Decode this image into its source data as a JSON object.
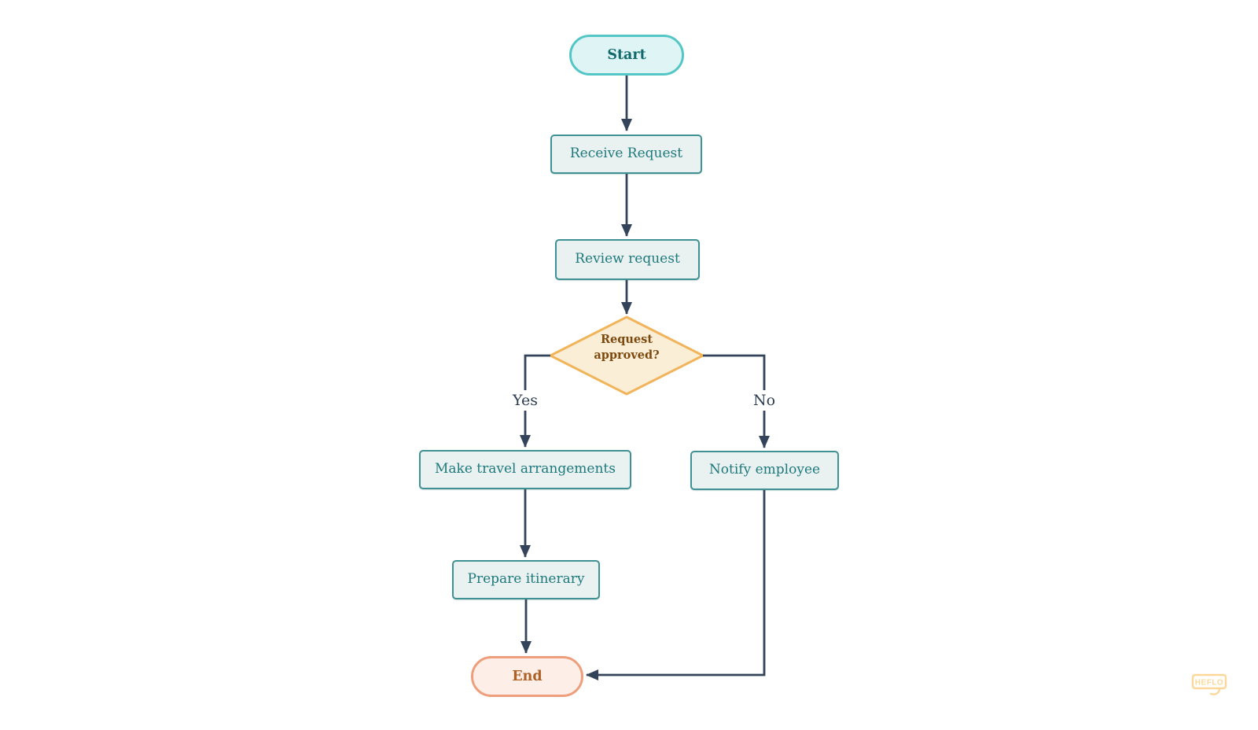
{
  "page": {
    "background": "#ffffff"
  },
  "diagram": {
    "type": "flowchart",
    "nodes": {
      "start": {
        "label": "Start",
        "shape": "pill",
        "fill": "#dff5f5",
        "border": "#54c6c6",
        "text_color": "#11696b"
      },
      "receive_request": {
        "label": "Receive Request",
        "shape": "rect",
        "fill": "#e9f1f1",
        "border": "#3f9193",
        "text_color": "#1e797b"
      },
      "review_request": {
        "label": "Review request",
        "shape": "rect",
        "fill": "#e9f1f1",
        "border": "#3f9193",
        "text_color": "#1e797b"
      },
      "request_approved": {
        "label": "Request approved?",
        "label_line1": "Request",
        "label_line2": "approved?",
        "shape": "diamond",
        "fill": "#faeed6",
        "border": "#f2b45a",
        "text_color": "#7c490f"
      },
      "make_travel_arrangements": {
        "label": "Make travel arrangements",
        "shape": "rect",
        "fill": "#e9f1f1",
        "border": "#3f9193",
        "text_color": "#1e797b"
      },
      "notify_employee": {
        "label": "Notify employee",
        "shape": "rect",
        "fill": "#e9f1f1",
        "border": "#3f9193",
        "text_color": "#1e797b"
      },
      "prepare_itinerary": {
        "label": "Prepare itinerary",
        "shape": "rect",
        "fill": "#e9f1f1",
        "border": "#3f9193",
        "text_color": "#1e797b"
      },
      "end": {
        "label": "End",
        "shape": "pill",
        "fill": "#fdefe7",
        "border": "#ef9e7c",
        "text_color": "#ae6127"
      }
    },
    "edges": [
      {
        "from": "start",
        "to": "receive_request"
      },
      {
        "from": "receive_request",
        "to": "review_request"
      },
      {
        "from": "review_request",
        "to": "request_approved"
      },
      {
        "from": "request_approved",
        "to": "make_travel_arrangements",
        "label": "Yes"
      },
      {
        "from": "request_approved",
        "to": "notify_employee",
        "label": "No"
      },
      {
        "from": "make_travel_arrangements",
        "to": "prepare_itinerary"
      },
      {
        "from": "prepare_itinerary",
        "to": "end"
      },
      {
        "from": "notify_employee",
        "to": "end"
      }
    ],
    "connector_color": "#33435a",
    "edge_label_color": "#2e3e53",
    "watermark": {
      "label": "HEFLO",
      "color": "#fbd89a"
    }
  }
}
